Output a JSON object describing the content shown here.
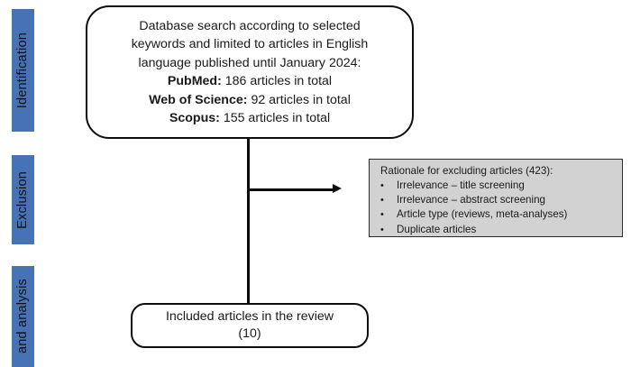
{
  "stages": [
    {
      "id": "identification",
      "label": "Identification",
      "color": "#4573B5"
    },
    {
      "id": "exclusion",
      "label": "Exclusion",
      "color": "#4573B5"
    },
    {
      "id": "analysis",
      "label": "and analysis",
      "color": "#4573B5"
    }
  ],
  "search_box": {
    "line1": "Database search according to selected",
    "line2": "keywords and limited to articles in English",
    "line3": "language published until January 2024:",
    "databases": [
      {
        "name": "PubMed:",
        "count": "186 articles in total"
      },
      {
        "name": "Web of Science:",
        "count": "92 articles in total"
      },
      {
        "name": "Scopus:",
        "count": "155 articles in total"
      }
    ]
  },
  "rationale_box": {
    "title": "Rationale for excluding articles (423):",
    "bullet_glyph": "•",
    "items": [
      "Irrelevance – title screening",
      "Irrelevance – abstract screening",
      "Article type (reviews, meta-analyses)",
      "Duplicate articles"
    ],
    "fill_color": "#d2d2d2"
  },
  "included_box": {
    "line1": "Included articles in the review",
    "line2": "(10)"
  }
}
